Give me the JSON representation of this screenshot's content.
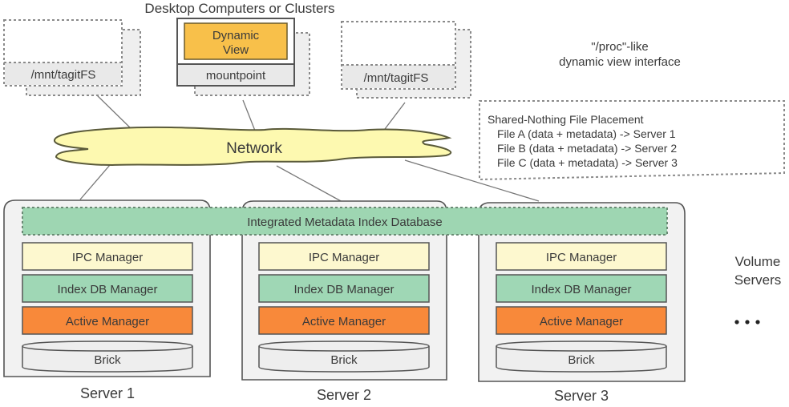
{
  "title": "Desktop Computers or Clusters",
  "clients": [
    {
      "label": "/mnt/tagitFS"
    },
    {
      "top_label": "Dynamic View",
      "top_label_lines": [
        "Dynamic",
        "View"
      ],
      "label": "mountpoint"
    },
    {
      "label": "/mnt/tagitFS"
    }
  ],
  "proc_note": {
    "lines": [
      "\"/proc\"-like",
      "dynamic view interface"
    ]
  },
  "network": {
    "label": "Network"
  },
  "placement": {
    "title": "Shared-Nothing File Placement",
    "lines": [
      "File A (data + metadata) -> Server 1",
      "File B (data + metadata) -> Server 2",
      "File C (data + metadata) -> Server 3"
    ]
  },
  "metadata_db": {
    "label": "Integrated Metadata Index Database"
  },
  "servers": [
    {
      "name": "Server 1",
      "layers": [
        "IPC Manager",
        "Index DB Manager",
        "Active Manager"
      ],
      "storage": "Brick"
    },
    {
      "name": "Server 2",
      "layers": [
        "IPC Manager",
        "Index DB Manager",
        "Active Manager"
      ],
      "storage": "Brick"
    },
    {
      "name": "Server 3",
      "layers": [
        "IPC Manager",
        "Index DB Manager",
        "Active Manager"
      ],
      "storage": "Brick"
    }
  ],
  "volume_label": {
    "lines": [
      "Volume",
      "Servers"
    ]
  },
  "ellipsis": "...",
  "colors": {
    "dynamic_view": "#f8c04a",
    "network_cloud": "#fdf9b0",
    "metadata_db": "#9ed6b2",
    "ipc_manager": "#fdf8cf",
    "index_db_manager": "#9fd7b5",
    "active_manager": "#f8893a",
    "brick": "#eeeeee",
    "server_bg": "#f2f2f2",
    "client_tab": "#e9e9e9"
  }
}
